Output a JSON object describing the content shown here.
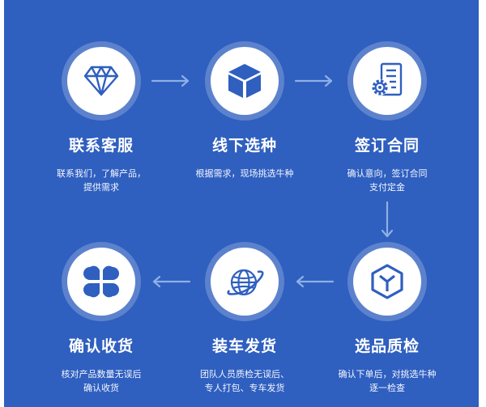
{
  "colors": {
    "background": "#2f5fbf",
    "icon": "#2f5fbf",
    "circle": "#ffffff",
    "arrow": "#8fb0e6"
  },
  "steps": [
    {
      "title": "联系客服",
      "desc": "联系我们，了解产品，\n提供需求",
      "icon": "diamond-icon"
    },
    {
      "title": "线下选种",
      "desc": "根据需求，现场挑选牛种",
      "icon": "cube-icon"
    },
    {
      "title": "签订合同",
      "desc": "确认意向，签订合同\n支付定金",
      "icon": "contract-gear-icon"
    },
    {
      "title": "选品质检",
      "desc": "确认下单后，对挑选牛种\n逐一检查",
      "icon": "hexagon-y-icon"
    },
    {
      "title": "装车发货",
      "desc": "团队人员质检无误后、\n专人打包、专车发货",
      "icon": "globe-icon"
    },
    {
      "title": "确认收货",
      "desc": "核对产品数量无误后\n确认收货",
      "icon": "clover-icon"
    }
  ]
}
